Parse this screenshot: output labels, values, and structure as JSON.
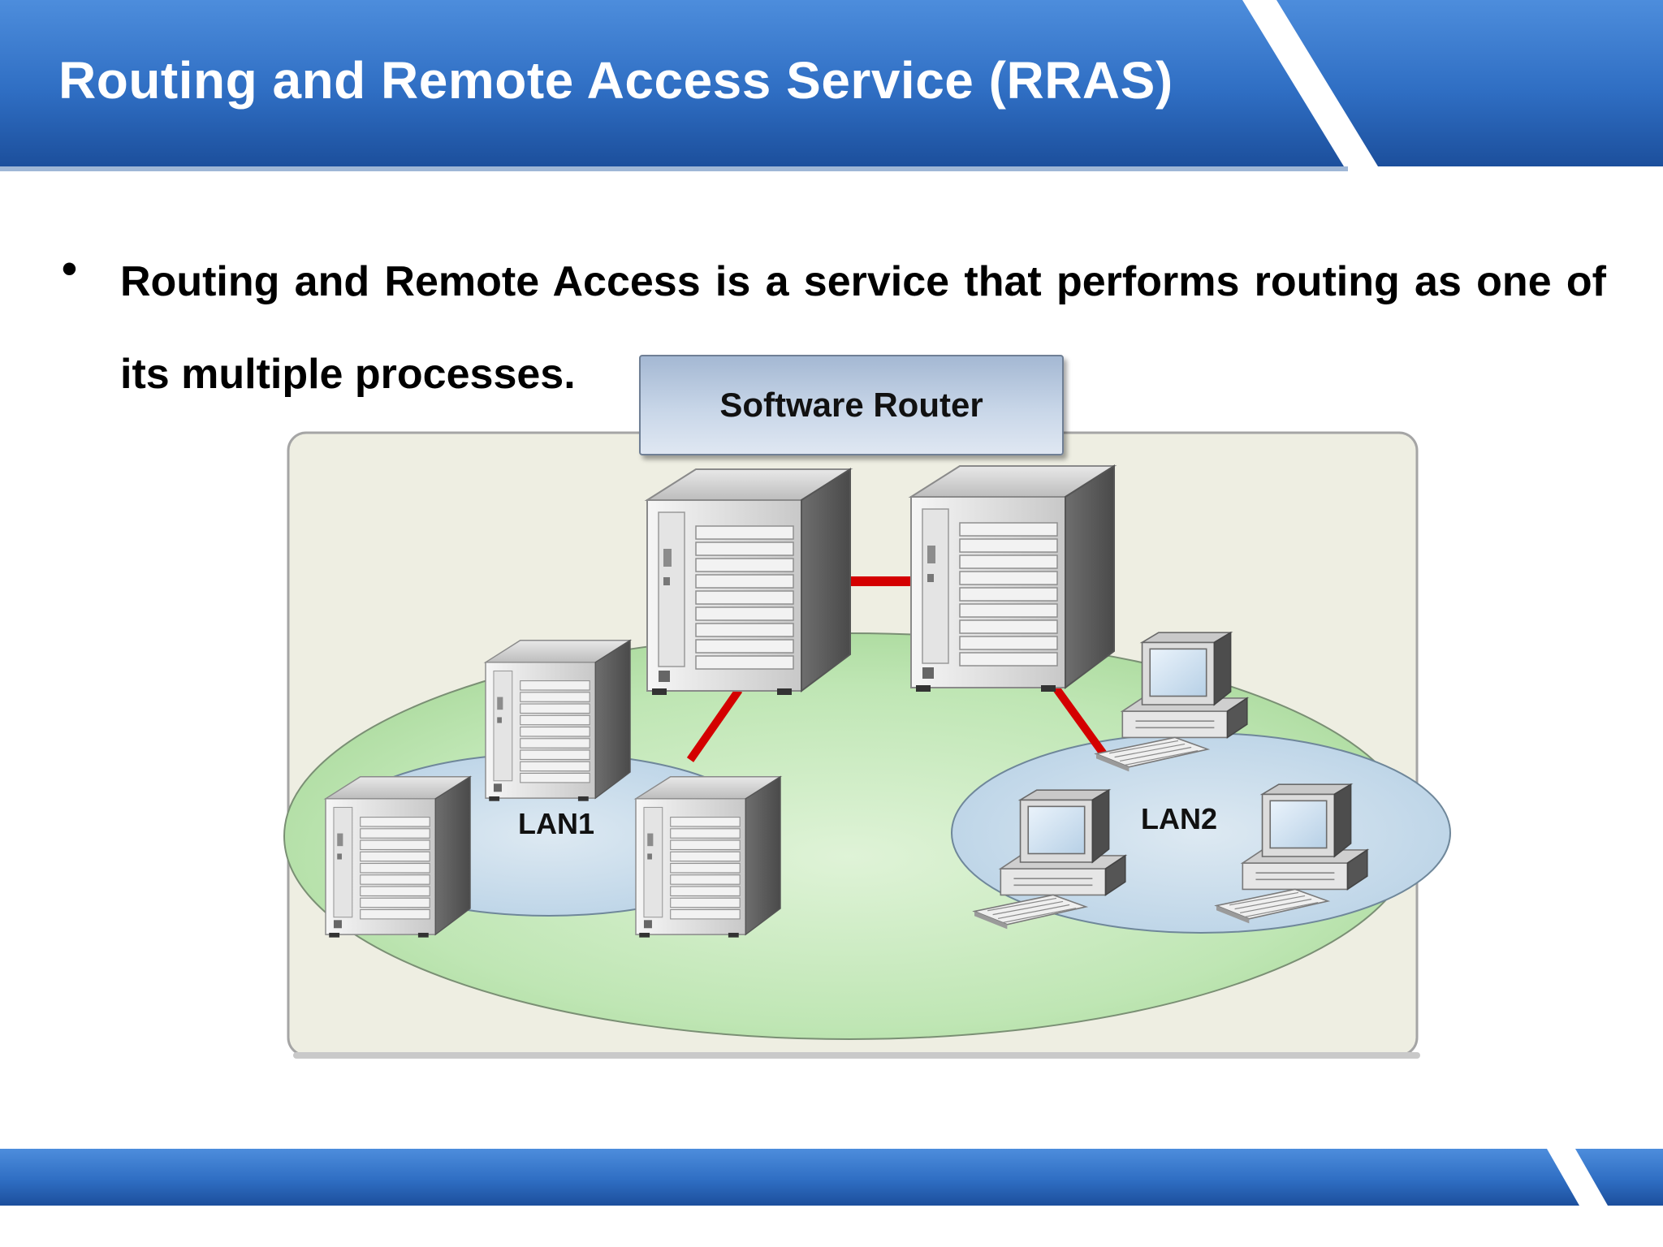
{
  "slide": {
    "title": "Routing and Remote Access Service (RRAS)",
    "bullet": "Routing and Remote Access is a service that performs routing as one of its multiple processes."
  },
  "diagram": {
    "router_label": "Software Router",
    "lans": [
      {
        "label": "LAN1",
        "device": "server",
        "device_count": 3
      },
      {
        "label": "LAN2",
        "device": "workstation",
        "device_count": 3
      }
    ],
    "router_servers": 2,
    "link_color": "#d40000"
  },
  "colors": {
    "header_blue": "#2f6ec3",
    "panel_bg": "#eeeee2",
    "network_green": "#b9e3b0",
    "lan_blue": "#c6dceb"
  }
}
